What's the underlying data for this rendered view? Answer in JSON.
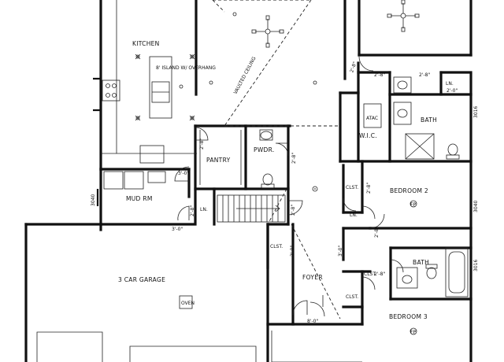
{
  "rooms": {
    "kitchen": "KITCHEN",
    "island_note": "8' ISLAND W/ OVERHANG",
    "vaulted": "VAULTED CEILING",
    "pantry": "PANTRY",
    "pwdr": "PWDR.",
    "mud_rm": "MUD RM",
    "wic": "W.I.C.",
    "bath": "BATH",
    "bedroom2": "BEDROOM 2",
    "bath2": "BATH",
    "bedroom3": "BEDROOM 3",
    "foyer": "FOYER",
    "garage": "3 CAR GARAGE",
    "clst_1": "CLST.",
    "clst_2": "CLST.",
    "clst_3": "CLST.",
    "clst_4": "CLST.",
    "ln_1": "LN.",
    "ln_2": "LN.",
    "ln_3": "LN."
  },
  "dimensions": {
    "d1": "2'-8\"",
    "d2": "2'-8\"",
    "d3": "2'-8\"",
    "d4": "3'-0\"",
    "d5": "2'-8\"",
    "d6": "2'-8\"",
    "d7": "3'-0\"",
    "d8": "2'-8\"",
    "d9": "2'-8\"",
    "d10": "2'-8\"",
    "d11": "3'-0\"",
    "d12": "2'-8\"",
    "d13": "8'-0\"",
    "d14": "2'-8\"",
    "d15": "2'-0\"",
    "d16": "2'-8\""
  },
  "window_codes": {
    "w1": "3040",
    "w2": "3016",
    "w3": "3040",
    "w4": "3016"
  },
  "fixtures": {
    "atac": "ATAC",
    "range": "OVEN",
    "fp1": "FP",
    "fp2": "FP"
  }
}
